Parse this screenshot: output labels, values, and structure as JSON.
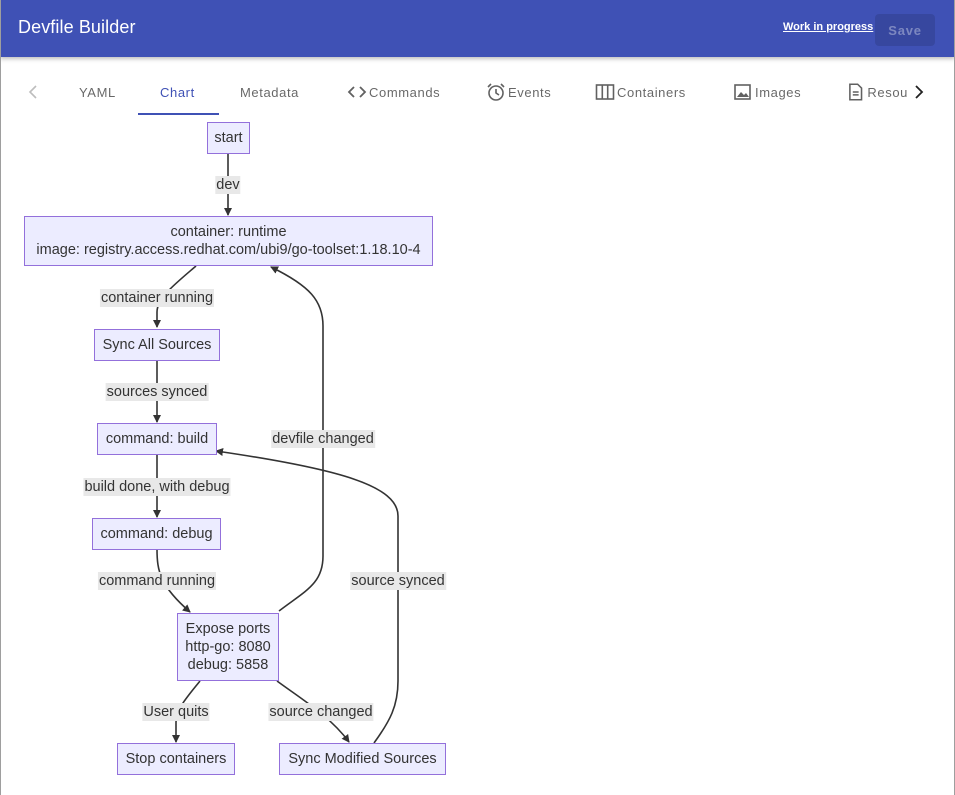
{
  "app": {
    "title": "Devfile Builder",
    "wip_link": "Work in progress",
    "save_label": "Save"
  },
  "tabs": [
    {
      "label": "YAML",
      "icon": ""
    },
    {
      "label": "Chart",
      "icon": "",
      "active": true
    },
    {
      "label": "Metadata",
      "icon": ""
    },
    {
      "label": "Commands",
      "icon": "code-icon"
    },
    {
      "label": "Events",
      "icon": "alarm-clock-icon"
    },
    {
      "label": "Containers",
      "icon": "columns-icon"
    },
    {
      "label": "Images",
      "icon": "image-icon"
    },
    {
      "label": "Resou",
      "icon": "document-icon"
    }
  ],
  "flowchart": {
    "nodes": {
      "start": [
        "start"
      ],
      "container": [
        "container: runtime",
        "image: registry.access.redhat.com/ubi9/go-toolset:1.18.10-4"
      ],
      "sync_all": [
        "Sync All Sources"
      ],
      "build": [
        "command: build"
      ],
      "debug": [
        "command: debug"
      ],
      "expose": [
        "Expose ports",
        "http-go: 8080",
        "debug: 5858"
      ],
      "stop": [
        "Stop containers"
      ],
      "sync_mod": [
        "Sync Modified Sources"
      ]
    },
    "edges": {
      "dev": "dev",
      "container_running": "container running",
      "sources_synced": "sources synced",
      "build_done": "build done, with debug",
      "command_running": "command running",
      "user_quits": "User quits",
      "source_changed": "source changed",
      "devfile_changed": "devfile changed",
      "source_synced": "source synced"
    }
  },
  "colors": {
    "appbar": "#3f51b5",
    "node_fill": "#ececff",
    "node_border": "#9370db",
    "edge_label_bg": "#e8e8e8"
  }
}
